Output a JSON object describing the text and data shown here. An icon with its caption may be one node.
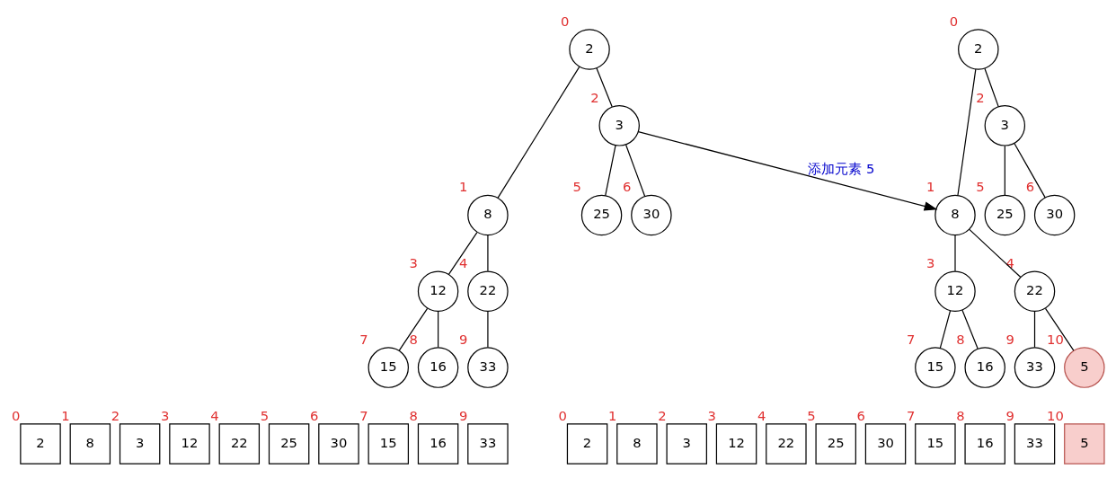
{
  "diagram": {
    "nodes": [
      {
        "text": [
          "2"
        ],
        "beside": [
          "0"
        ]
      },
      {
        "text": [
          "8"
        ],
        "beside": [
          "1"
        ]
      },
      {
        "text": [
          "3"
        ],
        "beside": [
          "2"
        ]
      },
      {
        "text": [
          "12"
        ],
        "beside": [
          "3"
        ]
      },
      {
        "text": [
          "22"
        ],
        "beside": [
          "4"
        ]
      },
      {
        "text": [
          "25"
        ],
        "beside": [
          "5"
        ]
      },
      {
        "text": [
          "30"
        ],
        "beside": [
          "6"
        ]
      },
      {
        "text": [
          "15"
        ],
        "beside": [
          "7"
        ]
      },
      {
        "text": [
          "16"
        ],
        "beside": [
          "8"
        ]
      },
      {
        "text": [
          "33"
        ],
        "beside": [
          "9"
        ]
      },
      {
        "text": [
          "2"
        ],
        "beside": [
          "0"
        ]
      },
      {
        "text": [
          "8"
        ],
        "beside": [
          "1"
        ]
      },
      {
        "text": [
          "3"
        ],
        "beside": [
          "2"
        ]
      },
      {
        "text": [
          "12"
        ],
        "beside": [
          "3"
        ]
      },
      {
        "text": [
          "22"
        ],
        "beside": [
          "4"
        ]
      },
      {
        "text": [
          "25"
        ],
        "beside": [
          "5"
        ]
      },
      {
        "text": [
          "30"
        ],
        "beside": [
          "6"
        ]
      },
      {
        "text": [
          "15"
        ],
        "beside": [
          "7"
        ]
      },
      {
        "text": [
          "16"
        ],
        "beside": [
          "8"
        ]
      },
      {
        "text": [
          "33"
        ],
        "beside": [
          "9"
        ]
      },
      {
        "text": [
          "5"
        ],
        "beside": [
          "10"
        ]
      },
      {
        "text": [
          "2"
        ],
        "beside": [
          "0"
        ]
      },
      {
        "text": [
          "8"
        ],
        "beside": [
          "1"
        ]
      },
      {
        "text": [
          "3"
        ],
        "beside": [
          "2"
        ]
      },
      {
        "text": [
          "12"
        ],
        "beside": [
          "3"
        ]
      },
      {
        "text": [
          "22"
        ],
        "beside": [
          "4"
        ]
      },
      {
        "text": [
          "25"
        ],
        "beside": [
          "5"
        ]
      },
      {
        "text": [
          "30"
        ],
        "beside": [
          "6"
        ]
      },
      {
        "text": [
          "15"
        ],
        "beside": [
          "7"
        ]
      },
      {
        "text": [
          "16"
        ],
        "beside": [
          "8"
        ]
      },
      {
        "text": [
          "33"
        ],
        "beside": [
          "9"
        ]
      },
      {
        "text": [
          "2"
        ],
        "beside": [
          "0"
        ]
      },
      {
        "text": [
          "8"
        ],
        "beside": [
          "1"
        ]
      },
      {
        "text": [
          "3"
        ],
        "beside": [
          "2"
        ]
      },
      {
        "text": [
          "12"
        ],
        "beside": [
          "3"
        ]
      },
      {
        "text": [
          "22"
        ],
        "beside": [
          "4"
        ]
      },
      {
        "text": [
          "25"
        ],
        "beside": [
          "5"
        ]
      },
      {
        "text": [
          "30"
        ],
        "beside": [
          "6"
        ]
      },
      {
        "text": [
          "15"
        ],
        "beside": [
          "7"
        ]
      },
      {
        "text": [
          "16"
        ],
        "beside": [
          "8"
        ]
      },
      {
        "text": [
          "33"
        ],
        "beside": [
          "9"
        ]
      },
      {
        "text": [
          "5"
        ],
        "beside": [
          "10"
        ]
      }
    ],
    "edges": [
      {
        "from": 0,
        "to": 1,
        "arrow": "none"
      },
      {
        "from": 0,
        "to": 2,
        "arrow": "none"
      },
      {
        "from": 1,
        "to": 3,
        "arrow": "none"
      },
      {
        "from": 1,
        "to": 4,
        "arrow": "none"
      },
      {
        "from": 2,
        "to": 5,
        "arrow": "none"
      },
      {
        "from": 2,
        "to": 6,
        "arrow": "none"
      },
      {
        "from": 3,
        "to": 7,
        "arrow": "none"
      },
      {
        "from": 3,
        "to": 8,
        "arrow": "none"
      },
      {
        "from": 4,
        "to": 9,
        "arrow": "none"
      },
      {
        "from": 2,
        "to": 11,
        "arrow": "to",
        "label": "添加元素 5"
      },
      {
        "from": 10,
        "to": 11,
        "arrow": "none"
      },
      {
        "from": 10,
        "to": 12,
        "arrow": "none"
      },
      {
        "from": 11,
        "to": 13,
        "arrow": "none"
      },
      {
        "from": 11,
        "to": 14,
        "arrow": "none"
      },
      {
        "from": 12,
        "to": 15,
        "arrow": "none"
      },
      {
        "from": 12,
        "to": 16,
        "arrow": "none"
      },
      {
        "from": 13,
        "to": 17,
        "arrow": "none"
      },
      {
        "from": 13,
        "to": 18,
        "arrow": "none"
      },
      {
        "from": 14,
        "to": 19,
        "arrow": "none"
      },
      {
        "from": 14,
        "to": 20,
        "arrow": "none"
      }
    ]
  }
}
